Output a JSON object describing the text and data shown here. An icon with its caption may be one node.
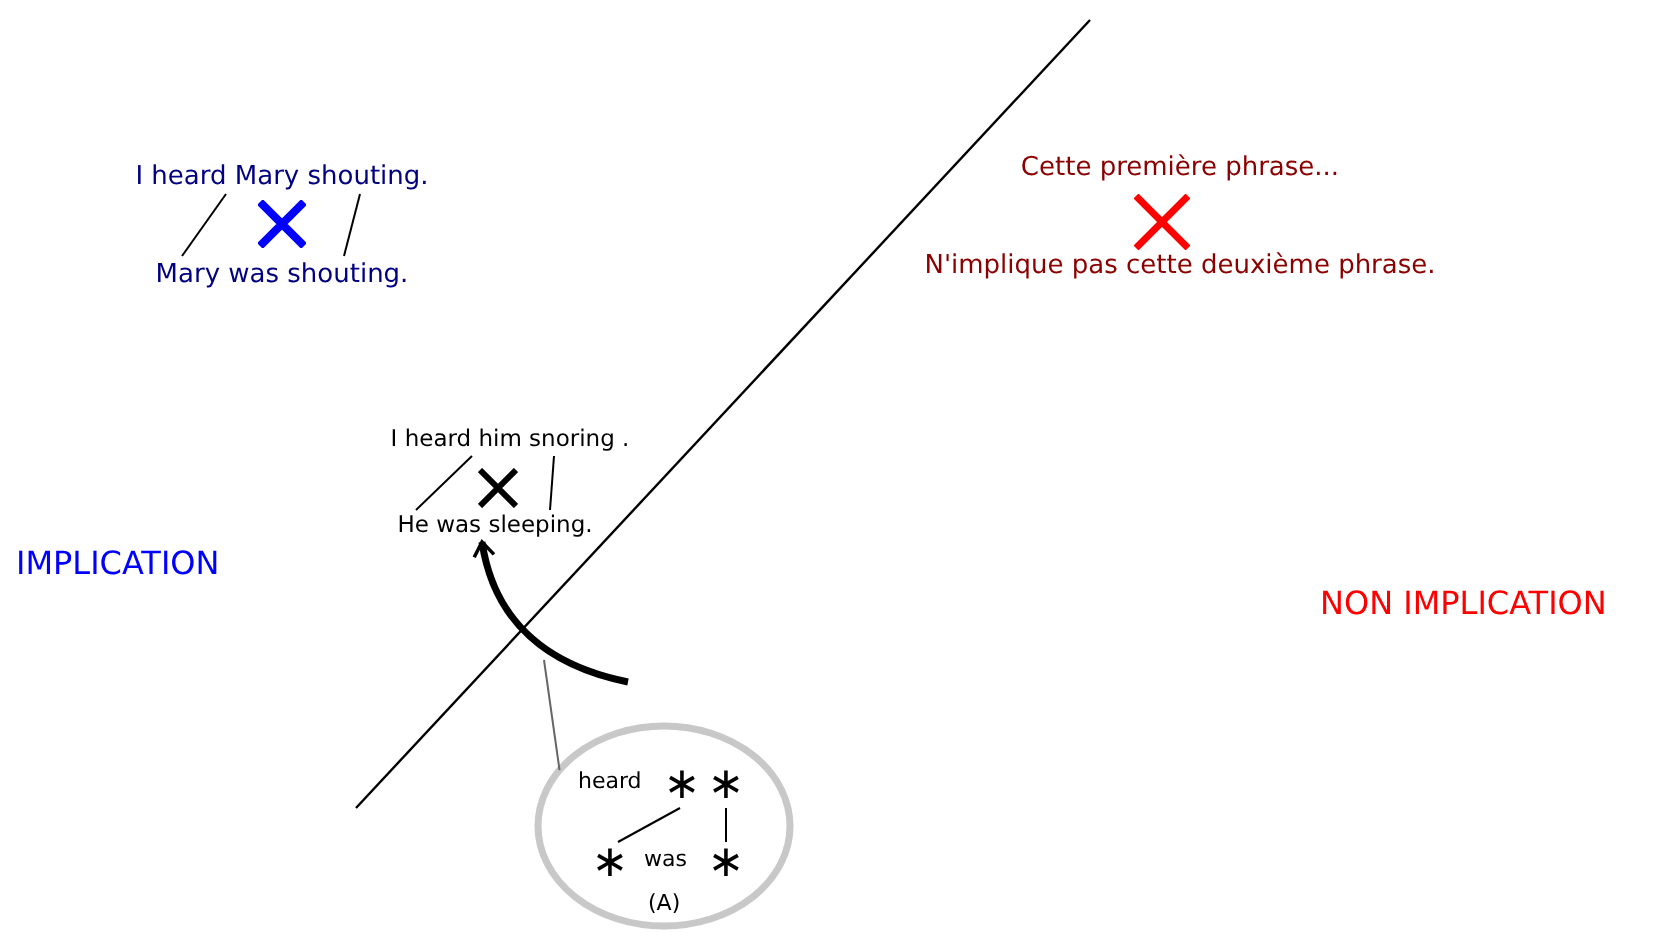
{
  "diagram": {
    "nodes": [
      {
        "text": [
          "I heard Mary shouting."
        ]
      },
      {
        "text": [
          "Mary was shouting."
        ]
      },
      {
        "text": [
          "I heard him snoring ."
        ]
      },
      {
        "text": [
          "He was sleeping."
        ]
      },
      {
        "text": [
          "heard",
          "was",
          "(A)"
        ]
      },
      {
        "text": [
          "∗"
        ],
        "in": 4
      },
      {
        "text": [
          "∗"
        ],
        "in": 4
      },
      {
        "text": [
          "∗"
        ],
        "in": 4
      },
      {
        "text": [
          "∗"
        ],
        "in": 4
      }
    ],
    "edges": [
      {
        "from": 0,
        "to": 1,
        "arrow": "none"
      },
      {
        "from": 0,
        "to": 1,
        "arrow": "none"
      },
      {
        "from": 2,
        "to": 3,
        "arrow": "none"
      },
      {
        "from": 2,
        "to": 3,
        "arrow": "none"
      },
      {
        "from": 5,
        "to": 7,
        "arrow": "none"
      },
      {
        "from": 6,
        "to": 8,
        "arrow": "none"
      },
      {
        "from": null,
        "to": 3,
        "arrow": "to",
        "style": "thick"
      },
      {
        "from": 4,
        "to": null,
        "arrow": "none",
        "color": "#666666"
      }
    ],
    "labels": [
      "Cette première phrase...",
      "N'implique pas cette deuxième phrase.",
      "IMPLICATION",
      "NON IMPLICATION"
    ]
  }
}
